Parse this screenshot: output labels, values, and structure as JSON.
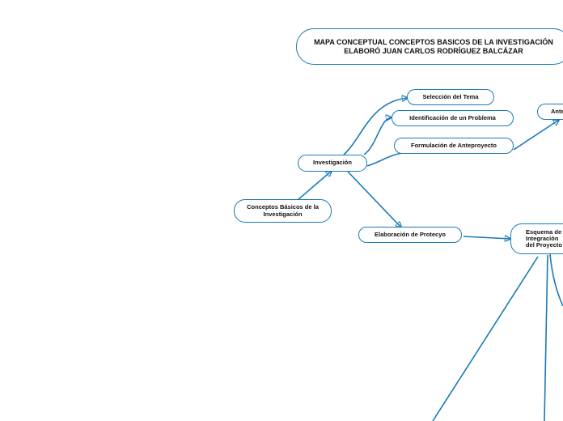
{
  "diagram": {
    "title": "MAPA CONCEPTUAL CONCEPTOS BASICOS DE LA INVESTIGACIÓN ELABORÓ JUAN CARLOS RODRÍGUEZ BALCÁZAR",
    "root": "Conceptos Básicos de la Investigación",
    "investigacion": "Investigación",
    "seleccion": "Selección del Tema",
    "identificacion": "Identificación de un Problema",
    "formulacion": "Formulación de Anteproyecto",
    "anteproyecto": "Anteproyecto",
    "elaboracion": "Elaboración de Protecyo",
    "esquema": "Esquema de Integración del Proyecto"
  },
  "colors": {
    "connector": "#1a7ab6",
    "node_border": "#1a7ab6",
    "text": "#111111"
  }
}
